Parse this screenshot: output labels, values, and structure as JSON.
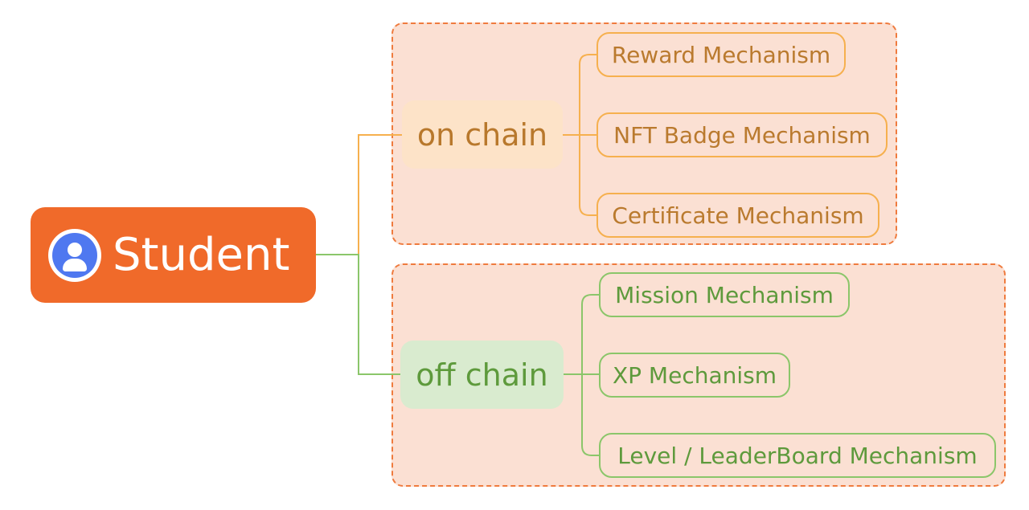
{
  "diagram": {
    "root": {
      "label": "Student",
      "icon": "user-icon"
    },
    "branches": [
      {
        "label": "on chain",
        "children": [
          "Reward Mechanism",
          "NFT Badge Mechanism",
          "Certificate Mechanism"
        ]
      },
      {
        "label": "off chain",
        "children": [
          "Mission Mechanism",
          "XP Mechanism",
          "Level / LeaderBoard Mechanism"
        ]
      }
    ],
    "colors": {
      "root_fill": "#f06a2a",
      "root_text": "#ffffff",
      "icon_fill": "#4f78f0",
      "group_fill": "#fbe0d3",
      "group_border": "#ef7b3e",
      "on_chain_fill": "#fde3c8",
      "on_chain_text": "#b8782c",
      "on_chain_line": "#f6b04e",
      "off_chain_fill": "#d9ebcf",
      "off_chain_text": "#5e9a3c",
      "off_chain_line": "#8bc66a"
    }
  }
}
